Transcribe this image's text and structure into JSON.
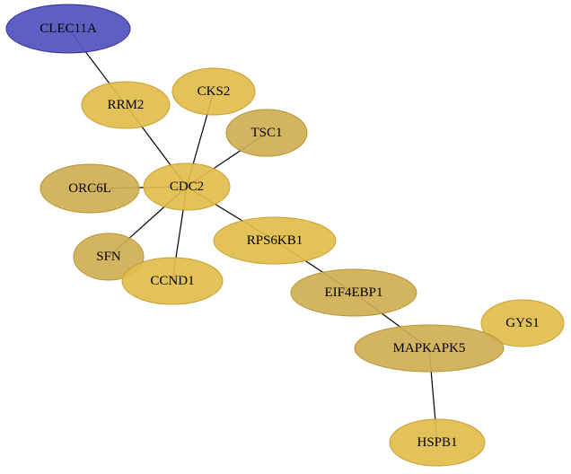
{
  "colors": {
    "query_fill": "#5656c0",
    "query_stroke": "#2e2e99",
    "gold": "#e2bd4c",
    "gold_stroke": "#c9a02e",
    "olive": "#cfaf54",
    "olive_stroke": "#b89532"
  },
  "nodes": [
    {
      "id": "CLEC11A",
      "label": "CLEC11A",
      "tone": "query"
    },
    {
      "id": "RRM2",
      "label": "RRM2",
      "tone": "gold"
    },
    {
      "id": "CKS2",
      "label": "CKS2",
      "tone": "gold"
    },
    {
      "id": "TSC1",
      "label": "TSC1",
      "tone": "olive"
    },
    {
      "id": "CDC2",
      "label": "CDC2",
      "tone": "gold"
    },
    {
      "id": "ORC6L",
      "label": "ORC6L",
      "tone": "olive"
    },
    {
      "id": "SFN",
      "label": "SFN",
      "tone": "olive"
    },
    {
      "id": "CCND1",
      "label": "CCND1",
      "tone": "gold"
    },
    {
      "id": "RPS6KB1",
      "label": "RPS6KB1",
      "tone": "gold"
    },
    {
      "id": "EIF4EBP1",
      "label": "EIF4EBP1",
      "tone": "olive"
    },
    {
      "id": "GYS1",
      "label": "GYS1",
      "tone": "gold"
    },
    {
      "id": "MAPKAPK5",
      "label": "MAPKAPK5",
      "tone": "olive"
    },
    {
      "id": "HSPB1",
      "label": "HSPB1",
      "tone": "gold"
    }
  ],
  "edges": [
    [
      "CLEC11A",
      "RRM2"
    ],
    [
      "RRM2",
      "CDC2"
    ],
    [
      "CKS2",
      "CDC2"
    ],
    [
      "TSC1",
      "CDC2"
    ],
    [
      "ORC6L",
      "CDC2"
    ],
    [
      "SFN",
      "CDC2"
    ],
    [
      "CCND1",
      "CDC2"
    ],
    [
      "RPS6KB1",
      "CDC2"
    ],
    [
      "RPS6KB1",
      "EIF4EBP1"
    ],
    [
      "EIF4EBP1",
      "MAPKAPK5"
    ],
    [
      "MAPKAPK5",
      "HSPB1"
    ]
  ]
}
